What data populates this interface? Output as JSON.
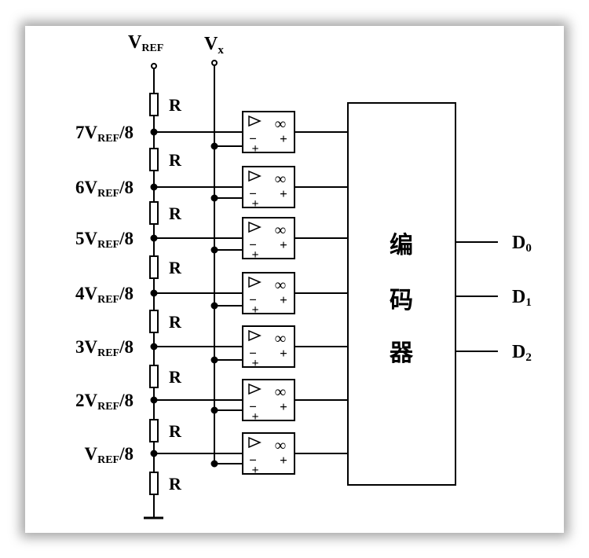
{
  "title": "",
  "inputs": {
    "vref": {
      "main": "V",
      "sub": "REF"
    },
    "vx": {
      "main": "V",
      "sub": "x"
    }
  },
  "resistor_label": "R",
  "taps": [
    {
      "coef": "7",
      "main": "V",
      "sub": "REF",
      "den": "/8"
    },
    {
      "coef": "6",
      "main": "V",
      "sub": "REF",
      "den": "/8"
    },
    {
      "coef": "5",
      "main": "V",
      "sub": "REF",
      "den": "/8"
    },
    {
      "coef": "4",
      "main": "V",
      "sub": "REF",
      "den": "/8"
    },
    {
      "coef": "3",
      "main": "V",
      "sub": "REF",
      "den": "/8"
    },
    {
      "coef": "2",
      "main": "V",
      "sub": "REF",
      "den": "/8"
    },
    {
      "coef": "",
      "main": "V",
      "sub": "REF",
      "den": "/8"
    }
  ],
  "comparator": {
    "gain_symbol": "∞",
    "minus": "−",
    "plus": "+"
  },
  "encoder": {
    "chars": [
      "编",
      "码",
      "器"
    ]
  },
  "outputs": [
    {
      "main": "D",
      "sub": "0"
    },
    {
      "main": "D",
      "sub": "1"
    },
    {
      "main": "D",
      "sub": "2"
    }
  ]
}
